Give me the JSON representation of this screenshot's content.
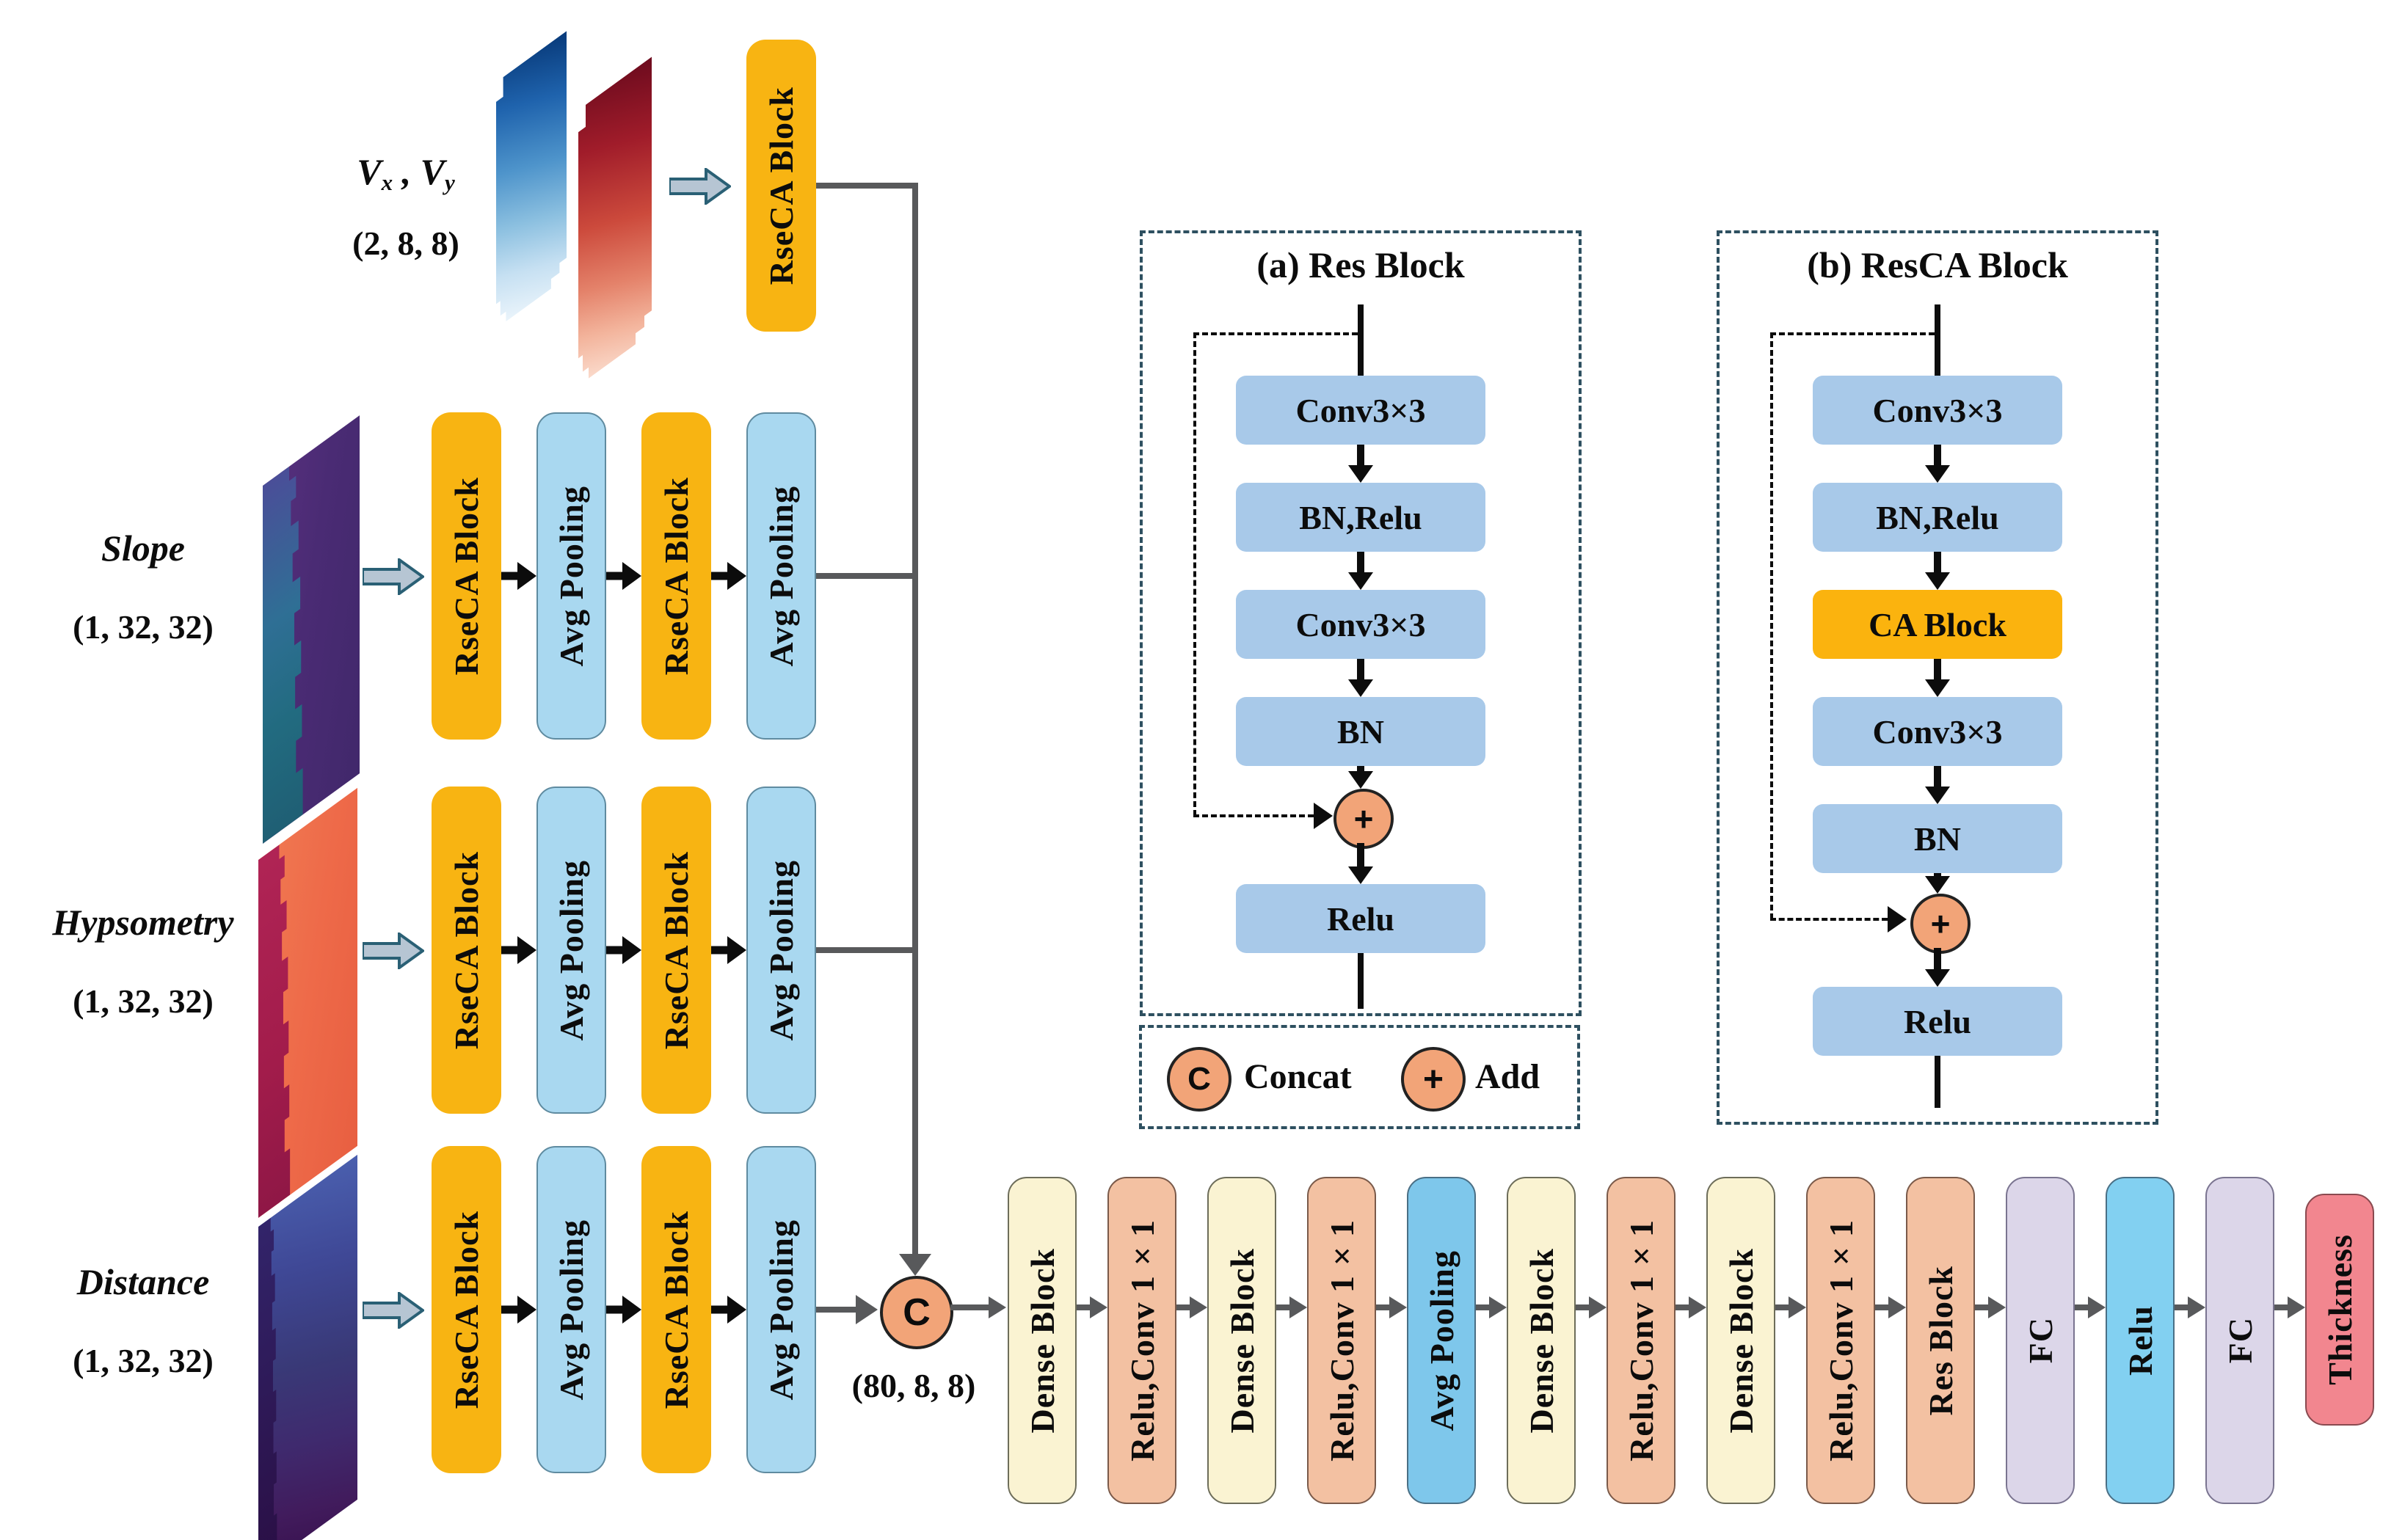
{
  "inputs": [
    {
      "v1": "V",
      "s1": "x",
      "sep": " , ",
      "v2": "V",
      "s2": "y",
      "shape": "(2, 8, 8)"
    },
    {
      "label": "Slope",
      "shape": "(1, 32, 32)"
    },
    {
      "label": "Hypsometry",
      "shape": "(1, 32, 32)"
    },
    {
      "label": "Distance",
      "shape": "(1, 32, 32)"
    }
  ],
  "encoder": {
    "rseca": "RseCA Block",
    "avg": "Avg Pooling"
  },
  "concat": {
    "symbol": "C",
    "shape": "(80, 8, 8)"
  },
  "backbone": [
    "Dense Block",
    "Relu,Conv 1×1",
    "Dense Block",
    "Relu,Conv 1×1",
    "Avg Pooling",
    "Dense Block",
    "Relu,Conv 1×1",
    "Dense Block",
    "Relu,Conv 1×1",
    "Res Block",
    "FC",
    "Relu",
    "FC",
    "Thickness"
  ],
  "panel_a": {
    "title": "(a) Res Block",
    "b1": "Conv3×3",
    "b2": "BN,Relu",
    "b3": "Conv3×3",
    "b4": "BN",
    "plus": "+",
    "b5": "Relu"
  },
  "panel_b": {
    "title": "(b)  ResCA Block",
    "b1": "Conv3×3",
    "b2": "BN,Relu",
    "b3": "CA Block",
    "b4": "Conv3×3",
    "b5": "BN",
    "plus": "+",
    "b6": "Relu"
  },
  "legend": {
    "c_symbol": "C",
    "c_label": "Concat",
    "plus_symbol": "+",
    "plus_label": "Add"
  },
  "colors": {
    "rseca_orange": "#F8B412",
    "encoder_blue": "#A9D8F0",
    "panel_block_blue": "#A8C9E9",
    "ca_block_orange": "#FBB30E",
    "dense_cream": "#FAF3D2",
    "conv_salmon": "#F3C1A2",
    "pool_blue": "#7EC7EB",
    "fc_lavender": "#DCD6E9",
    "relu_blue": "#82D0F1",
    "thickness_pink": "#F2868F",
    "node_peach": "#F2A478",
    "line_gray": "#58595B",
    "hollow_fill": "#B6C5D3",
    "hollow_stroke": "#2A6075",
    "dashed_border": "#2E5060"
  }
}
